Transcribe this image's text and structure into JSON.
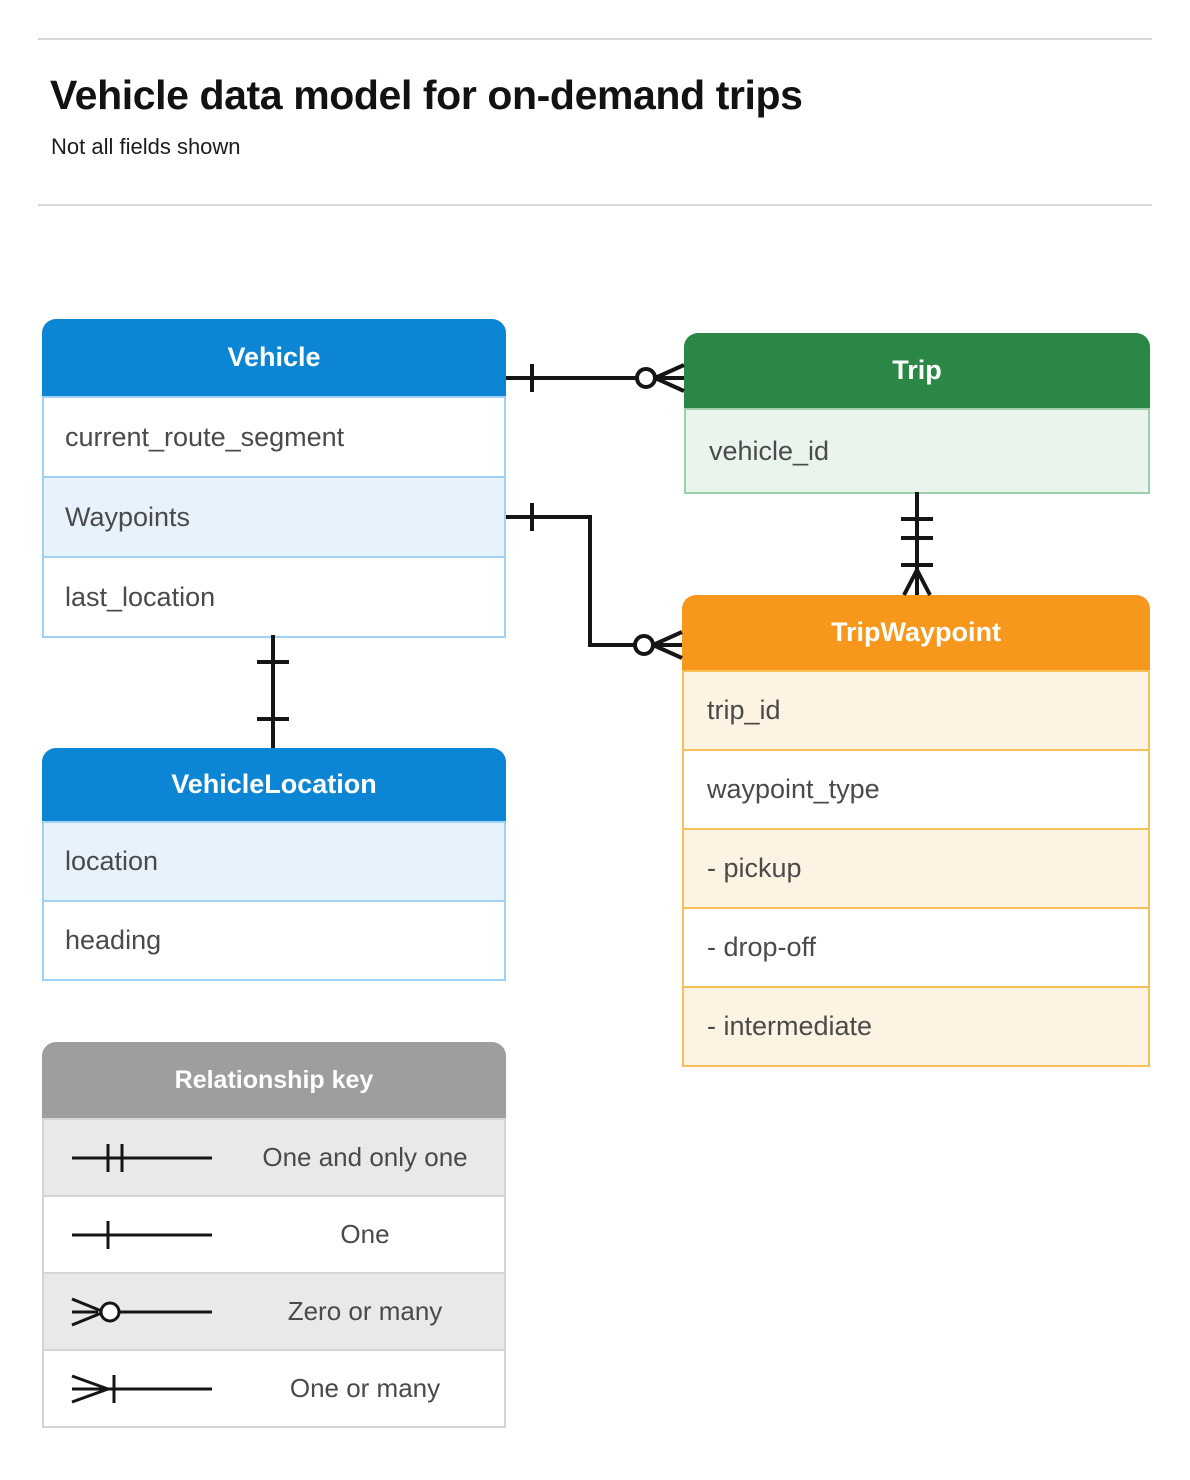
{
  "header": {
    "title": "Vehicle data model for on-demand trips",
    "subtitle": "Not all fields shown"
  },
  "colors": {
    "vehicle": "#0b85d4",
    "trip": "#2a8745",
    "trip_waypoint": "#f7981d",
    "legend": "#9e9e9e",
    "connector": "#151515",
    "text": "#4a4a4a"
  },
  "entities": [
    {
      "key": "vehicle",
      "name": "Vehicle",
      "fields": [
        {
          "label": "current_route_segment",
          "shaded": false
        },
        {
          "label": "Waypoints",
          "shaded": true
        },
        {
          "label": "last_location",
          "shaded": false
        }
      ]
    },
    {
      "key": "vehicle_location",
      "name": "VehicleLocation",
      "fields": [
        {
          "label": "location",
          "shaded": true
        },
        {
          "label": "heading",
          "shaded": false
        }
      ]
    },
    {
      "key": "trip",
      "name": "Trip",
      "fields": [
        {
          "label": "vehicle_id",
          "shaded": true
        }
      ]
    },
    {
      "key": "trip_waypoint",
      "name": "TripWaypoint",
      "fields": [
        {
          "label": "trip_id",
          "shaded": true
        },
        {
          "label": "waypoint_type",
          "shaded": false
        },
        {
          "label": "-  pickup",
          "shaded": true
        },
        {
          "label": "-  drop-off",
          "shaded": false
        },
        {
          "label": "-  intermediate",
          "shaded": true
        }
      ]
    }
  ],
  "legend": {
    "title": "Relationship key",
    "items": [
      {
        "label": "One and only one",
        "symbol": "one-and-only-one-symbol",
        "shaded": true
      },
      {
        "label": "One",
        "symbol": "one-symbol",
        "shaded": false
      },
      {
        "label": "Zero or many",
        "symbol": "zero-or-many-symbol",
        "shaded": true
      },
      {
        "label": "One or many",
        "symbol": "one-or-many-symbol",
        "shaded": false
      }
    ]
  },
  "relationships": [
    {
      "from": "Vehicle",
      "to": "Trip",
      "from_cardinality": "One",
      "to_cardinality": "Zero or many"
    },
    {
      "from": "Vehicle.Waypoints",
      "to": "TripWaypoint",
      "from_cardinality": "One",
      "to_cardinality": "Zero or many"
    },
    {
      "from": "Vehicle",
      "to": "VehicleLocation",
      "from_cardinality": "One",
      "to_cardinality": "One"
    },
    {
      "from": "Trip",
      "to": "TripWaypoint",
      "from_cardinality": "One and only one",
      "to_cardinality": "One or many"
    }
  ]
}
